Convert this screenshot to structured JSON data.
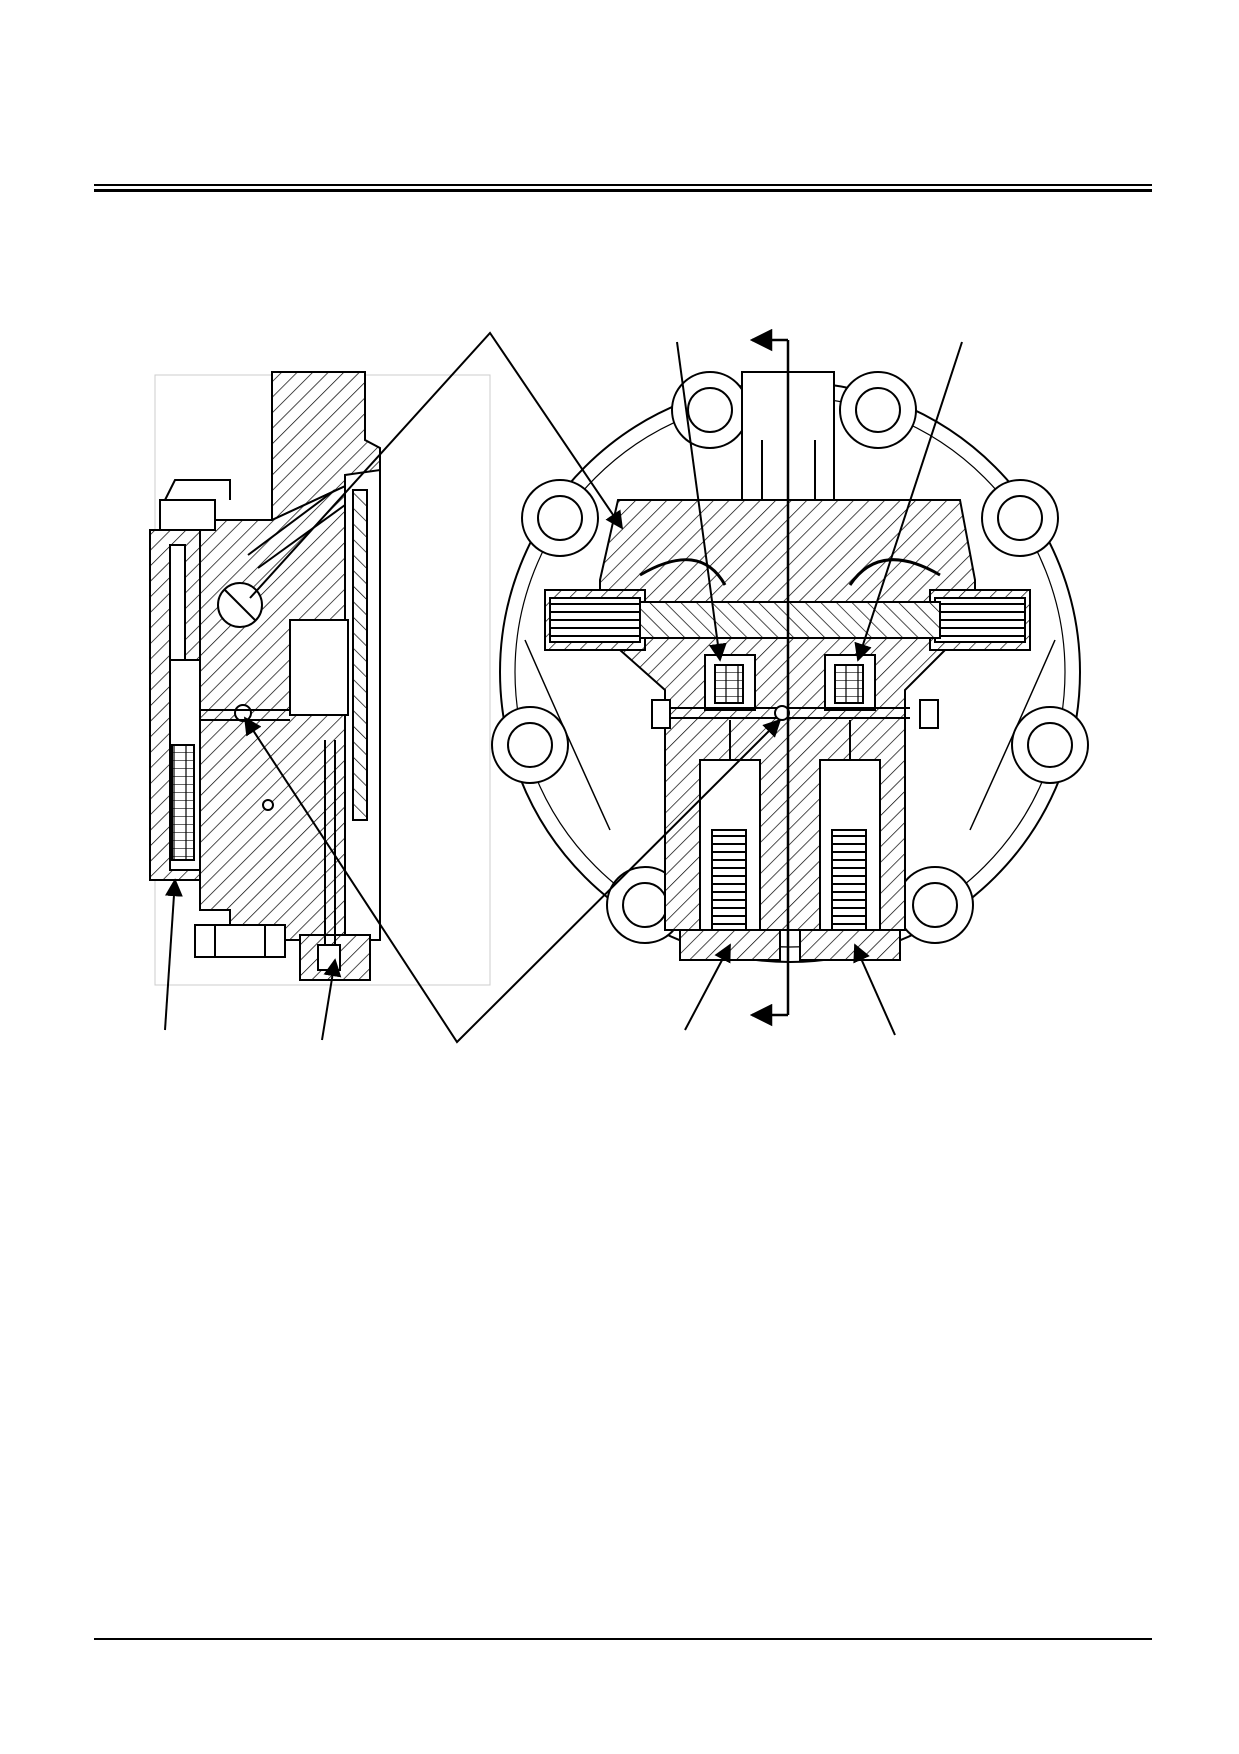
{
  "page": {
    "background": "#ffffff",
    "ink": "#000000"
  },
  "figure": {
    "views": [
      "side-section-view",
      "front-section-view"
    ],
    "leader_count": 9,
    "section_arrow_count": 2
  }
}
